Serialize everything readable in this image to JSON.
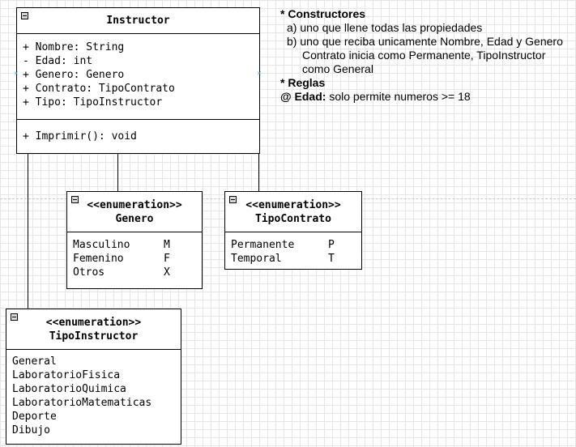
{
  "classes": {
    "instructor": {
      "name": "Instructor",
      "attributes": [
        "+ Nombre: String",
        "- Edad: int",
        "+ Genero: Genero",
        "+ Contrato: TipoContrato",
        "+ Tipo: TipoInstructor"
      ],
      "operations": [
        "+ Imprimir(): void"
      ]
    },
    "genero": {
      "stereotype": "<<enumeration>>",
      "name": "Genero",
      "literals": [
        {
          "name": "Masculino",
          "value": "M"
        },
        {
          "name": "Femenino",
          "value": "F"
        },
        {
          "name": "Otros",
          "value": "X"
        }
      ]
    },
    "tipo_contrato": {
      "stereotype": "<<enumeration>>",
      "name": "TipoContrato",
      "literals": [
        {
          "name": "Permanente",
          "value": "P"
        },
        {
          "name": "Temporal",
          "value": "T"
        }
      ]
    },
    "tipo_instructor": {
      "stereotype": "<<enumeration>>",
      "name": "TipoInstructor",
      "literals": [
        "General",
        "LaboratorioFisica",
        "LaboratorioQuimica",
        "LaboratorioMatematicas",
        "Deporte",
        "Dibujo"
      ]
    }
  },
  "notes": {
    "constructores_marker": "* ",
    "constructores_heading": "Constructores",
    "constructor_a": "a) uno que llene todas las propiedades",
    "constructor_b": "b) uno que reciba unicamente Nombre, Edad y Genero",
    "constructor_b_line2": "Contrato inicia como Permanente, TipoInstructor",
    "constructor_b_line3": "como General",
    "reglas_marker": "* ",
    "reglas_heading": "Reglas",
    "edad_rule_label": "@ Edad:",
    "edad_rule_text": " solo permite numeros >= 18"
  },
  "colors": {
    "grid": "#e6e6e6",
    "border": "#000000",
    "port": "#3fa9f5"
  }
}
